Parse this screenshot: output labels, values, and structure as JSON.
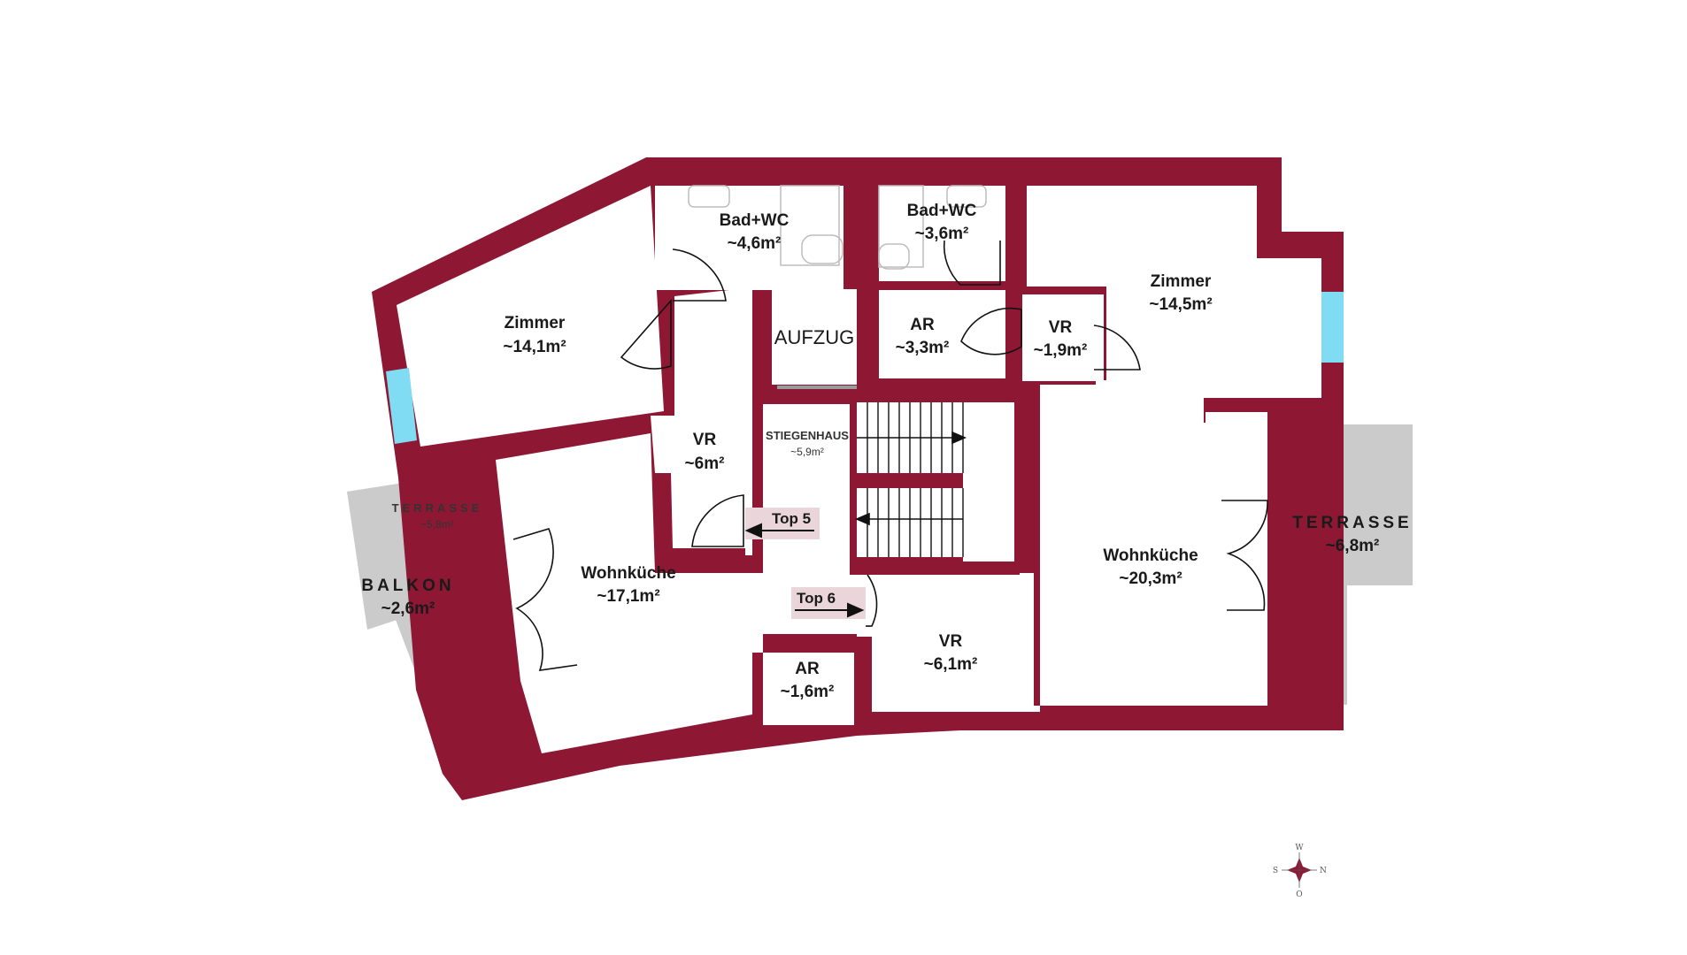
{
  "colors": {
    "wall": "#8e1833",
    "window": "#7fdcf2",
    "terrace": "#cbcbcb",
    "room": "#ffffff",
    "tag": "#ead6da",
    "elevator_strip": "#9a9a9a"
  },
  "rooms": {
    "zimmer_left": {
      "name": "Zimmer",
      "area": "~14,1m²"
    },
    "bad_left": {
      "name": "Bad+WC",
      "area": "~4,6m²"
    },
    "bad_right": {
      "name": "Bad+WC",
      "area": "~3,6m²"
    },
    "zimmer_right": {
      "name": "Zimmer",
      "area": "~14,5m²"
    },
    "aufzug": {
      "name": "AUFZUG"
    },
    "ar_top": {
      "name": "AR",
      "area": "~3,3m²"
    },
    "vr_small": {
      "name": "VR",
      "area": "~1,9m²"
    },
    "vr_left": {
      "name": "VR",
      "area": "~6m²"
    },
    "stiegenhaus": {
      "name": "STIEGENHAUS",
      "area": "~5,9m²"
    },
    "wohnkueche_left": {
      "name": "Wohnküche",
      "area": "~17,1m²"
    },
    "wohnkueche_right": {
      "name": "Wohnküche",
      "area": "~20,3m²"
    },
    "ar_bottom": {
      "name": "AR",
      "area": "~1,6m²"
    },
    "vr_bottom": {
      "name": "VR",
      "area": "~6,1m²"
    }
  },
  "outdoor": {
    "terrasse_left": {
      "name": "TERRASSE",
      "area": "~5,8m²"
    },
    "balkon": {
      "name": "BALKON",
      "area": "~2,6m²"
    },
    "terrasse_right": {
      "name": "TERRASSE",
      "area": "~6,8m²"
    }
  },
  "tags": {
    "top5": "Top 5",
    "top6": "Top 6"
  },
  "compass": {
    "w": "W",
    "s": "S",
    "n": "N",
    "o": "O"
  }
}
